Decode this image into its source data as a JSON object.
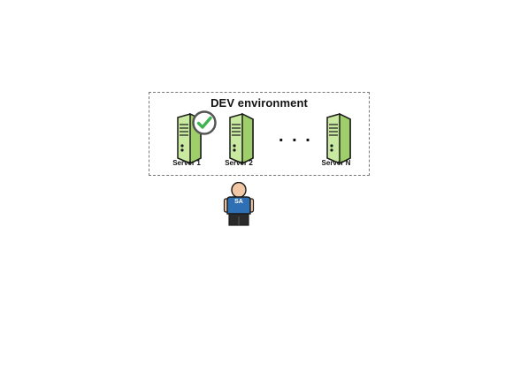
{
  "environment": {
    "title": "DEV environment"
  },
  "servers": [
    {
      "label": "Server 1",
      "selected": true
    },
    {
      "label": "Server 2",
      "selected": false
    },
    {
      "label": "Server N",
      "selected": false
    }
  ],
  "ellipsis": ". . .",
  "person": {
    "badge": "SA"
  },
  "icons": {
    "server": "server-tower-icon",
    "check": "checkmark-circle-icon",
    "person": "person-icon"
  },
  "colors": {
    "server_fill": "#b9e08a",
    "server_stroke": "#1a1a1a",
    "check_green": "#3fb34f",
    "shirt_blue": "#2f6fb3",
    "skin": "#f2c7a5"
  }
}
